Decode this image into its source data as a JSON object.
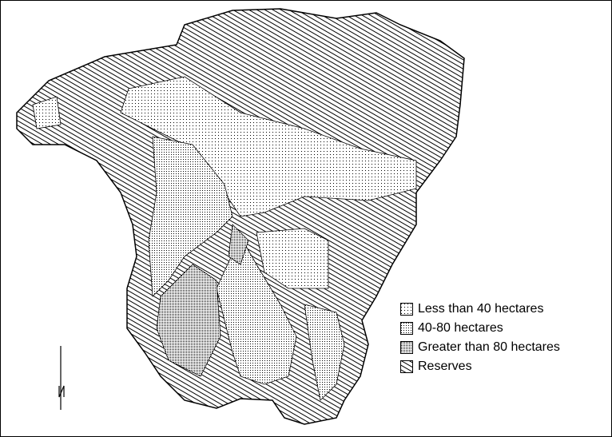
{
  "legend": {
    "items": [
      {
        "label": "Less than 40 hectares",
        "pattern": "sparse-dots"
      },
      {
        "label": "40-80 hectares",
        "pattern": "medium-dots"
      },
      {
        "label": "Greater than 80 hectares",
        "pattern": "dense-dots"
      },
      {
        "label": "Reserves",
        "pattern": "diagonal-hatch"
      }
    ]
  },
  "north_arrow": {
    "icon": "north-arrow-icon"
  },
  "colors": {
    "ink": "#000000",
    "background": "#ffffff"
  }
}
